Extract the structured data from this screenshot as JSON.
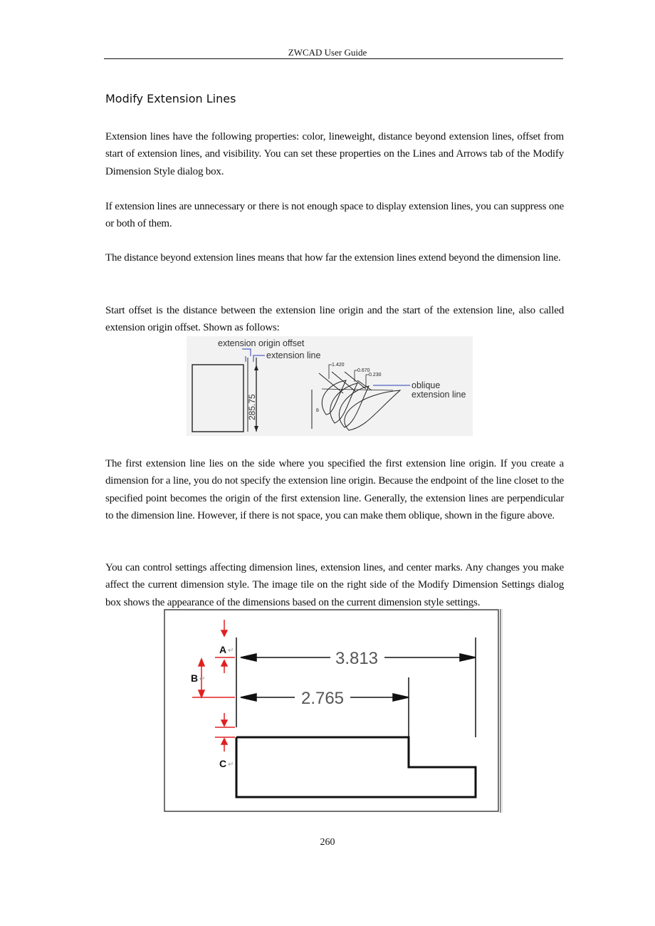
{
  "header": {
    "title": "ZWCAD User Guide"
  },
  "section": {
    "heading": "Modify Extension Lines"
  },
  "paragraphs": [
    "Extension lines have the following properties: color, lineweight, distance beyond extension lines, offset from start of extension lines, and visibility. You can set these properties on the Lines and Arrows tab of the Modify Dimension Style dialog box.",
    "If extension lines are unnecessary or there is not enough space to display extension lines, you can suppress one or both of them.",
    "The distance beyond extension lines means that how far the extension lines extend beyond the dimension line.",
    "Start offset is the distance between the extension line origin and the start of the extension line, also called extension origin offset. Shown as follows:",
    "The first extension line lies on the side where you specified the first extension line origin. If you create a dimension for a line, you do not specify the extension line origin. Because the endpoint of the line closet to the specified point becomes the origin of the first extension line. Generally, the extension lines are perpendicular to the dimension line. However, if there is not space, you can make them oblique, shown in the figure above.",
    "You can control settings affecting dimension lines, extension lines, and center marks. Any changes you make affect the current dimension style. The image tile on the right side of the Modify Dimension Settings dialog box shows the appearance of the dimensions based on the current dimension style settings."
  ],
  "figure1": {
    "label_origin_offset": "extension origin offset",
    "label_extension_line": "extension line",
    "label_dimension": "285.75",
    "label_1420": "1.420",
    "label_0670": "0.670",
    "label_0230": "0.230",
    "label_oblique_1": "oblique",
    "label_oblique_2": "extension line",
    "label_b": "B"
  },
  "figure2": {
    "label_a": "A",
    "label_b": "B",
    "label_c": "C",
    "dim_top": "3.813",
    "dim_middle": "2.765"
  },
  "footer": {
    "page_number": "260"
  }
}
